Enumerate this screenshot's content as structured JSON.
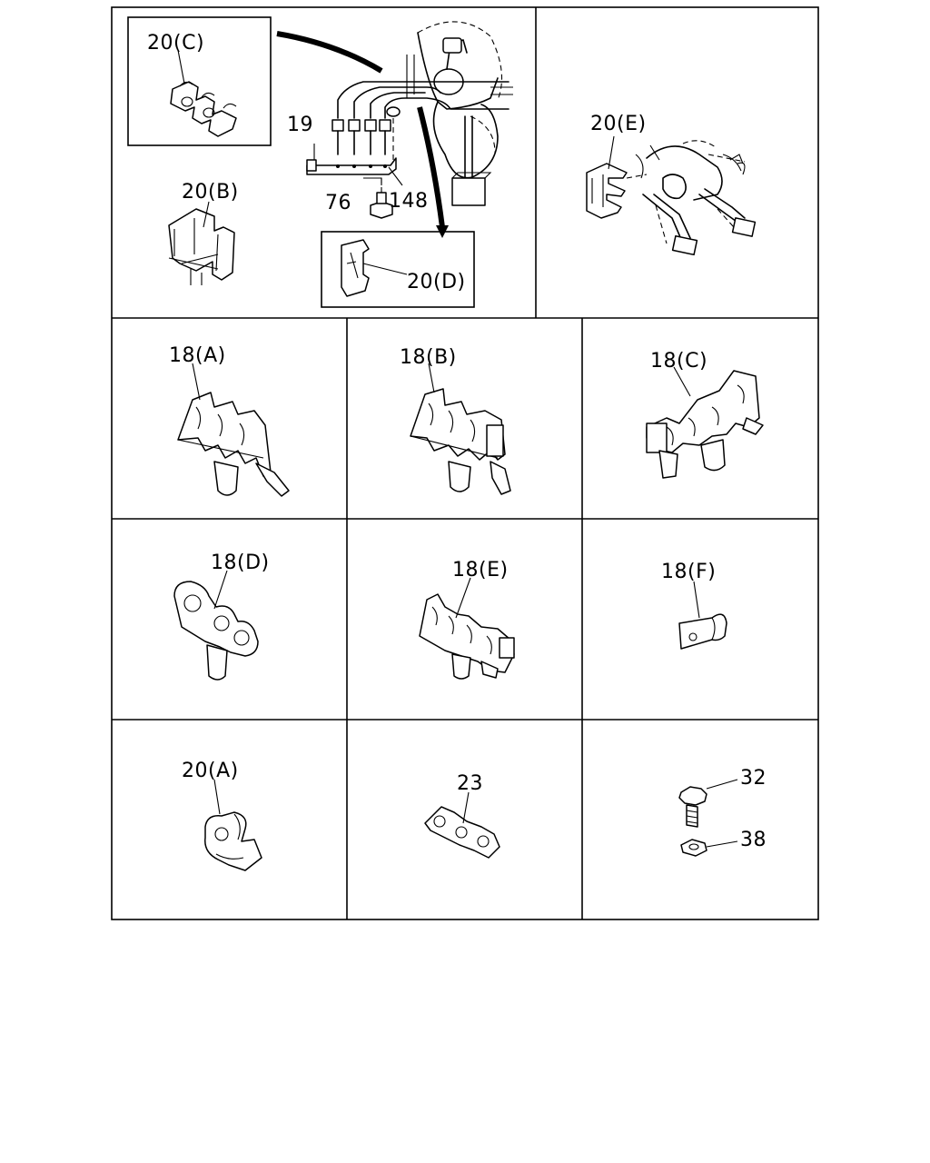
{
  "labels": {
    "c20C": "20(C)",
    "n19": "19",
    "c20B": "20(B)",
    "n76": "76",
    "n148": "148",
    "c20D": "20(D)",
    "c20E": "20(E)",
    "c18A": "18(A)",
    "c18B": "18(B)",
    "c18C": "18(C)",
    "c18D": "18(D)",
    "c18E": "18(E)",
    "c18F": "18(F)",
    "c20A": "20(A)",
    "n23": "23",
    "n32": "32",
    "n38": "38"
  }
}
